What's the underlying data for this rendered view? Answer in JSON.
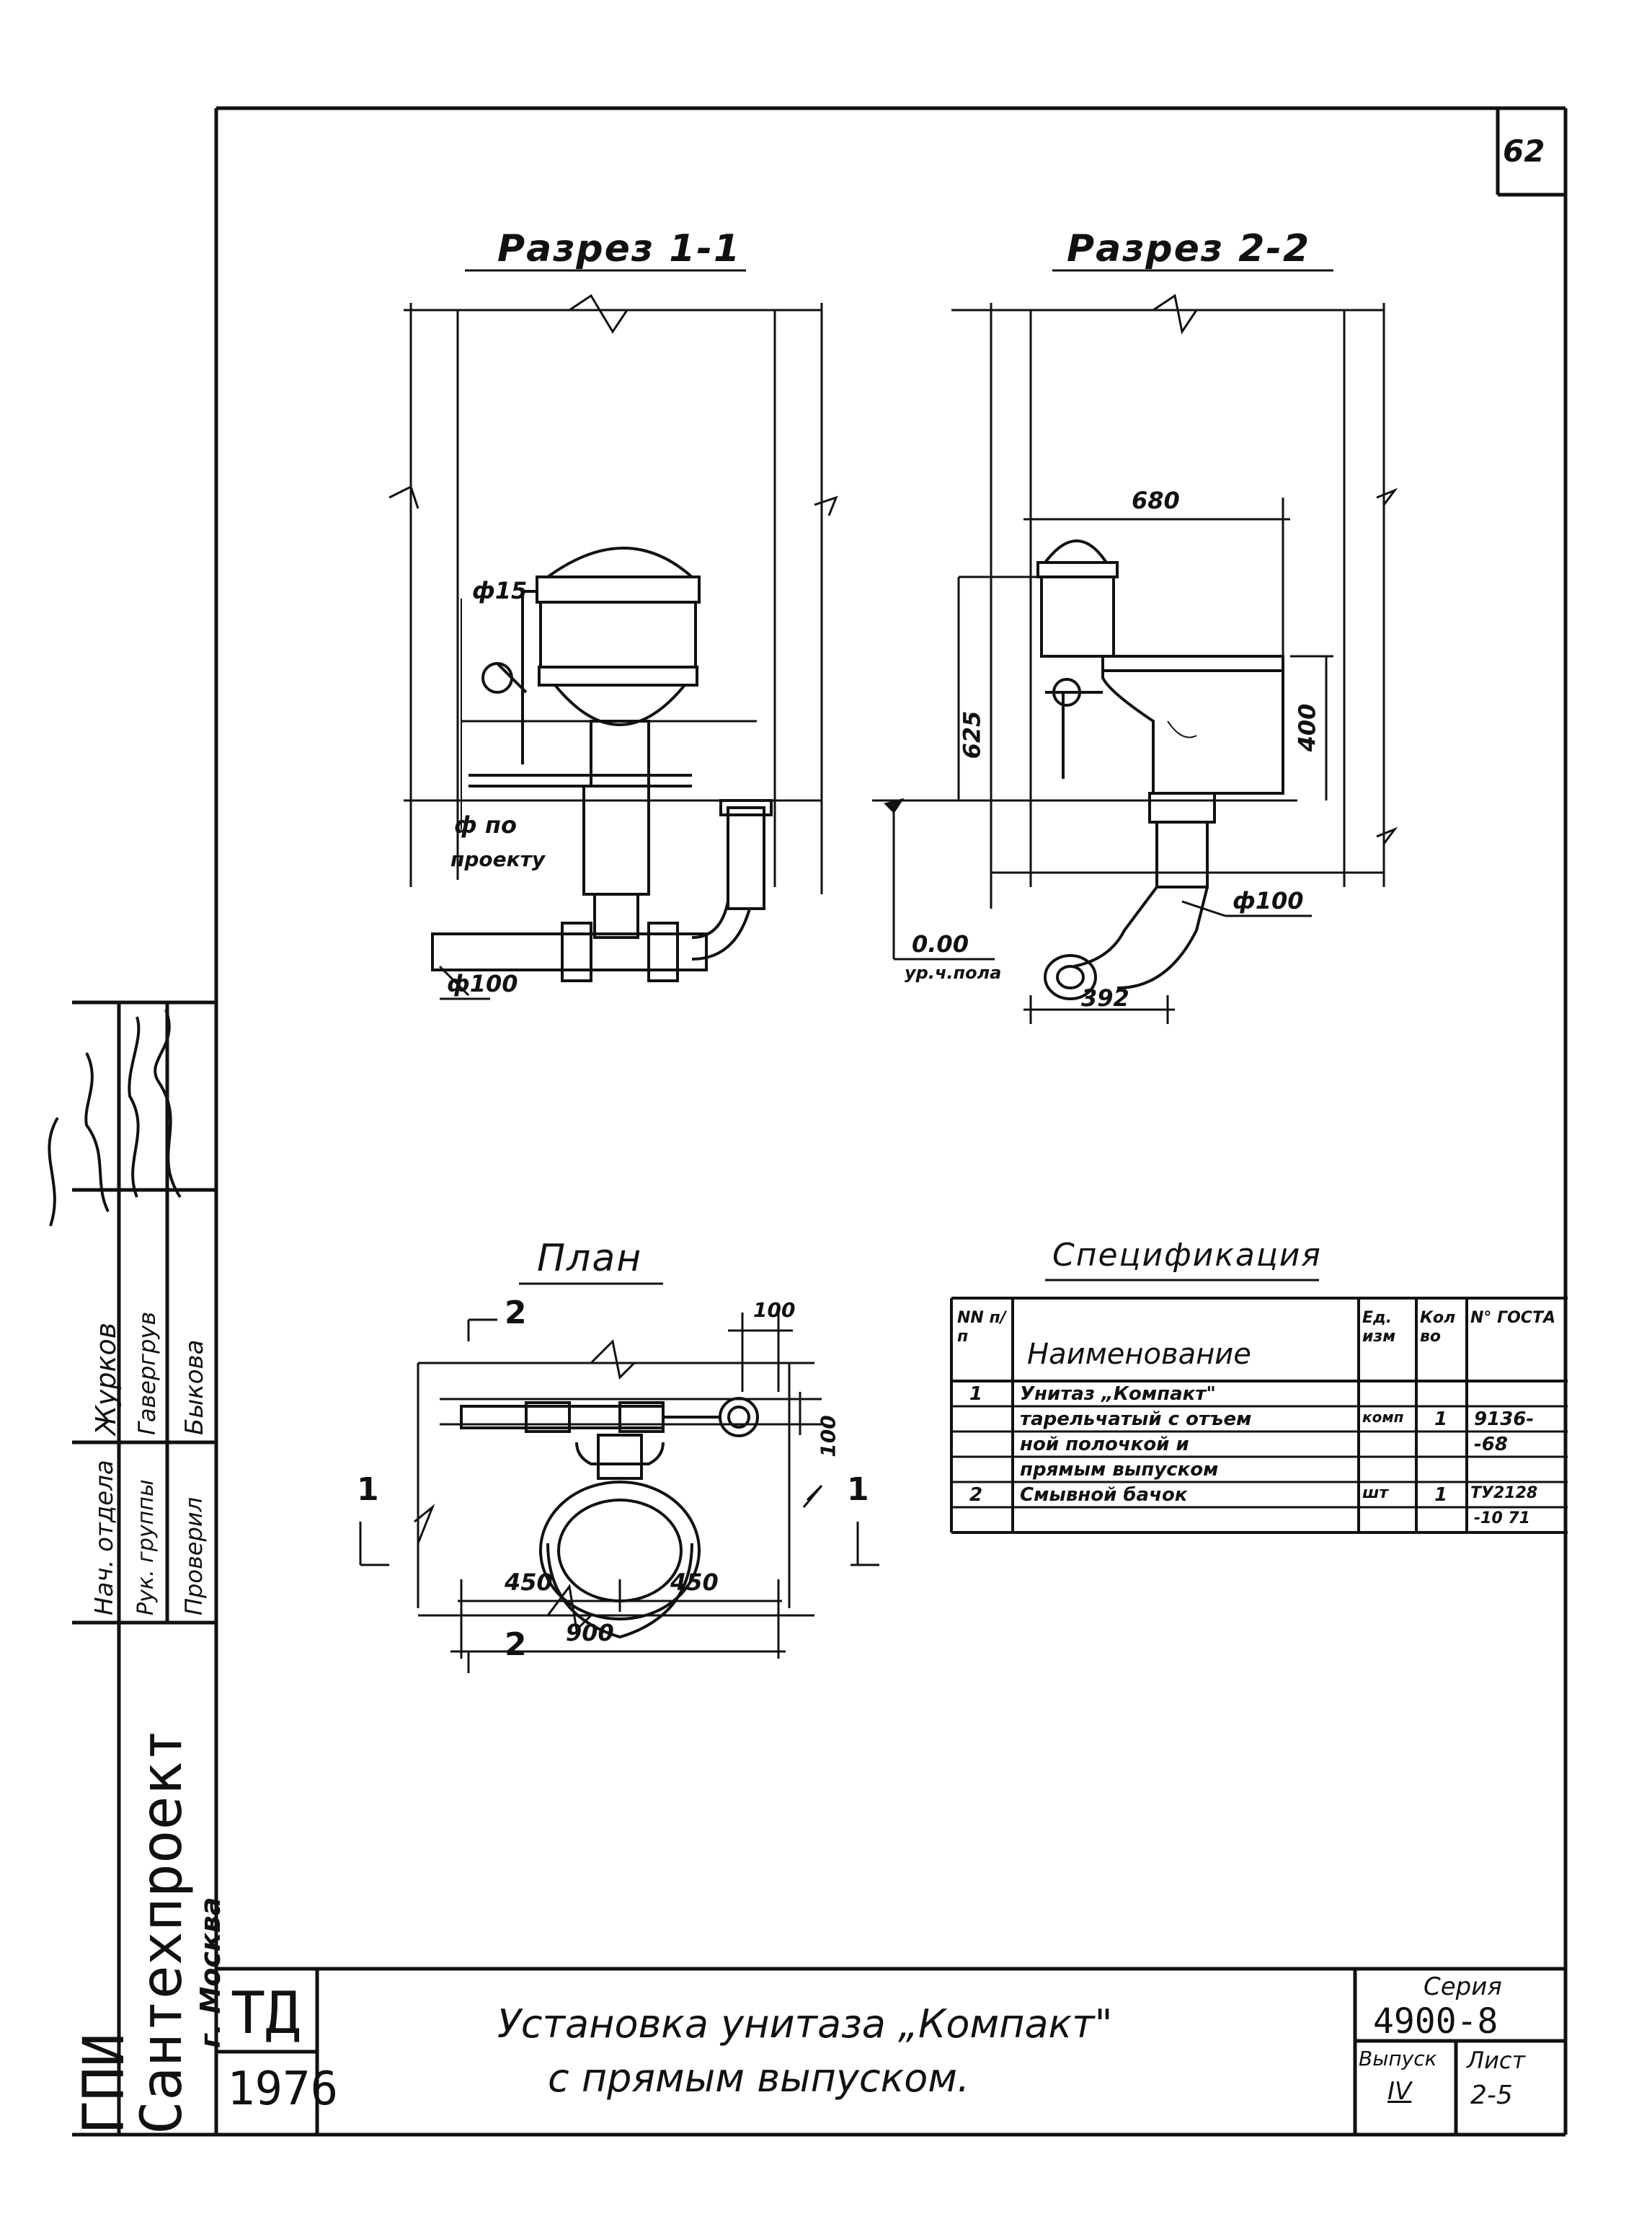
{
  "sheet": {
    "page_number": "62"
  },
  "views": {
    "section_1": {
      "title": "Разрез 1-1",
      "labels": {
        "pipe_small": "ф15",
        "floor_by_project": "ф по",
        "project_word": "проекту",
        "pipe_main": "ф100"
      }
    },
    "section_2": {
      "title": "Разрез 2-2",
      "labels": {
        "width": "680",
        "height_total": "625",
        "height_bowl": "400",
        "pipe": "ф100",
        "floor_level": "0.00",
        "floor_level_label": "ур.ч.пола",
        "offset": "392"
      }
    },
    "plan": {
      "title": "План",
      "labels": {
        "cut_top": "2",
        "cut_bottom": "2",
        "cut_left": "1",
        "cut_right": "1",
        "dim_top": "100",
        "dim_side": "100",
        "half_left": "450",
        "half_right": "450",
        "total": "900"
      }
    }
  },
  "specification": {
    "title": "Спецификация",
    "headers": [
      "NN п/п",
      "Наименование",
      "Ед. изм",
      "Кол во",
      "N° ГОСТА"
    ],
    "rows": [
      [
        "1",
        "Унитаз „Компакт\"",
        "",
        "",
        ""
      ],
      [
        "",
        "тарельчатый с отъем",
        "комп",
        "1",
        "9136-"
      ],
      [
        "",
        "ной полочкой и",
        "",
        "",
        "-68"
      ],
      [
        "",
        "прямым выпуском",
        "",
        "",
        ""
      ],
      [
        "2",
        "Смывной бачок",
        "шт",
        "1",
        "ТУ2128"
      ],
      [
        "",
        "",
        "",
        "",
        "-10 71"
      ]
    ]
  },
  "title_block": {
    "organization_1": "ГПИ",
    "organization_2": "Сантехпроект",
    "city": "г. Москва",
    "stamp_code": "ТД",
    "year": "1976",
    "drawing_title_line1": "Установка унитаза „Компакт\"",
    "drawing_title_line2": "с прямым выпуском.",
    "series_label": "Серия",
    "series_value": "4900-8",
    "issue_label": "Выпуск",
    "issue_value": "IV",
    "sheet_label": "Лист",
    "sheet_value": "2-5"
  },
  "approvals": [
    {
      "role": "Нач. отдела",
      "name": "Журков"
    },
    {
      "role": "Рук. группы",
      "name": "Гавергрув"
    },
    {
      "role": "Проверил",
      "name": "Быкова"
    }
  ]
}
